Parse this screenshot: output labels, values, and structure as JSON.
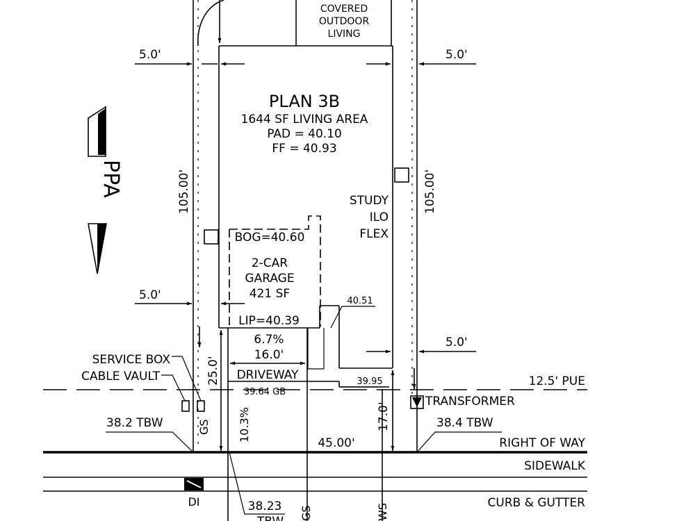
{
  "plan": {
    "title": "PLAN 3B",
    "living_area": "1644 SF LIVING AREA",
    "pad": "PAD = 40.10",
    "ff": "FF = 40.93",
    "covered_outdoor": [
      "COVERED",
      "OUTDOOR",
      "LIVING"
    ],
    "study": [
      "STUDY",
      "ILO",
      "FLEX"
    ],
    "bog": "BOG=40.60",
    "garage": [
      "2-CAR",
      "GARAGE",
      "421 SF"
    ],
    "lip": "LIP=40.39",
    "elev_4051": "40.51"
  },
  "setbacks": {
    "left_top": "5.0'",
    "right_top": "5.0'",
    "left_garage": "5.0'",
    "right_lower": "5.0'"
  },
  "lot": {
    "depth_left": "105.00'",
    "depth_right": "105.00'",
    "front_setback": "25.0'",
    "width": "45.00'",
    "right_dim": "17.0'"
  },
  "driveway": {
    "slope_top": "6.7%",
    "width": "16.0'",
    "label": "DRIVEWAY",
    "elev_gb": "39.64 GB",
    "slope_side": "10.3%",
    "elev_3995": "39.95"
  },
  "utilities": {
    "service_box": "SERVICE BOX",
    "cable_vault": "CABLE VAULT",
    "gs": "GS",
    "pue": "12.5' PUE",
    "transformer": "TRANSFORMER",
    "di": "DI",
    "ws": "WS",
    "gs_bottom": "GS"
  },
  "street": {
    "tbw_left": "38.2 TBW",
    "tbw_right": "38.4 TBW",
    "right_of_way": "RIGHT OF WAY",
    "sidewalk": "SIDEWALK",
    "curb_gutter": "CURB & GUTTER",
    "tbw_bottom": "38.23",
    "tbw_bottom_label": "TBW"
  },
  "north_arrow": {
    "label": "PPA"
  }
}
